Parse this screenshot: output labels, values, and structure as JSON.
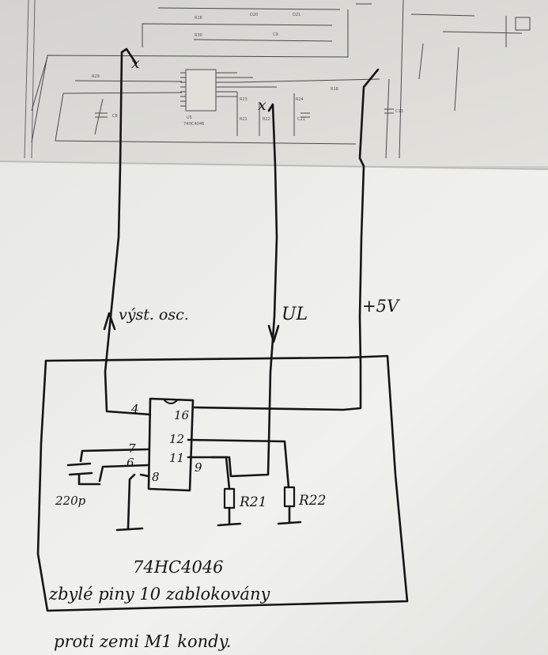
{
  "labels": {
    "output": "výst. osc.",
    "ul": "UL",
    "vcc": "+5V",
    "capacitor": "220p",
    "resistor_a": "R21",
    "resistor_b": "R22",
    "chip": "74HC4046",
    "note_line1": "zbylé piny 10 zablokovány",
    "note_line2": "proti zemi M1 kondy.",
    "cross": "x"
  },
  "pins": {
    "p4": "4",
    "p7": "7",
    "p6": "6",
    "p8": "8",
    "p16": "16",
    "p12": "12",
    "p11": "11",
    "p9": "9"
  },
  "printed": {
    "ic_ref": "U5",
    "ic_part": "74HC4046",
    "r1": "R16",
    "r2": "R30",
    "r3": "R29",
    "r4": "R23",
    "r5": "R21",
    "r6": "R22",
    "r7": "R24",
    "r8": "R18",
    "c1": "C9",
    "c2": "C21",
    "c3": "C13",
    "c4": "C8",
    "d1": "D20",
    "d2": "D21"
  },
  "colors": {
    "paper_top": "#dcdbd6",
    "paper_bottom": "#eeeeea",
    "ink": "#151515",
    "print": "#4a4a4a"
  }
}
